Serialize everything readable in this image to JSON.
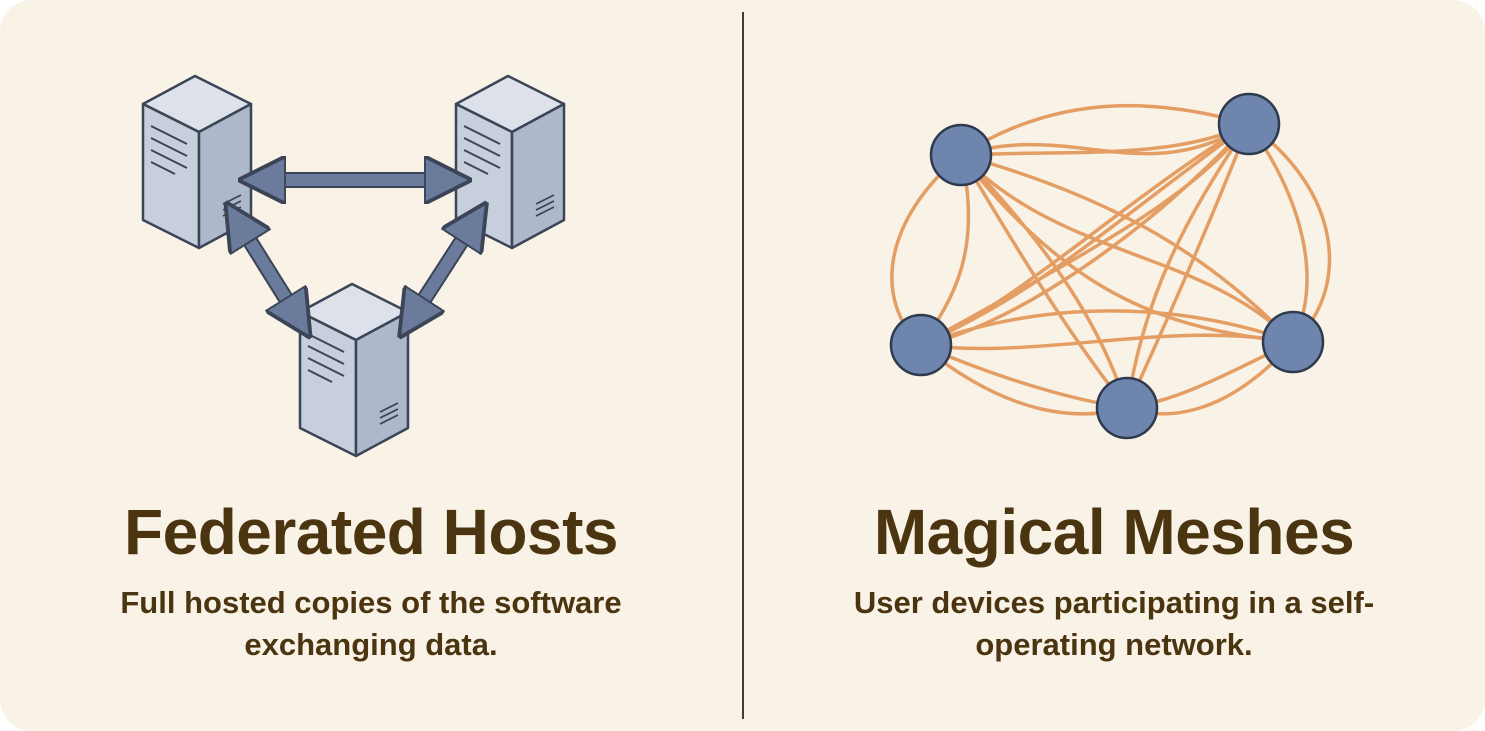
{
  "federated": {
    "title": "Federated Hosts",
    "caption": "Full hosted copies of the software exchanging data."
  },
  "mesh": {
    "title": "Magical Meshes",
    "caption": "User devices participating in a self-operating network."
  },
  "colors": {
    "background": "#f9f2e6",
    "text": "#4b3410",
    "server_front": "#c8cfdc",
    "server_side": "#aeb8cb",
    "server_top": "#dde2ea",
    "arrow": "#6b7b9c",
    "node": "#6e86ad",
    "link": "#e39a5e"
  },
  "icons": [
    "server-icon",
    "double-arrow-icon",
    "mesh-node-icon"
  ]
}
